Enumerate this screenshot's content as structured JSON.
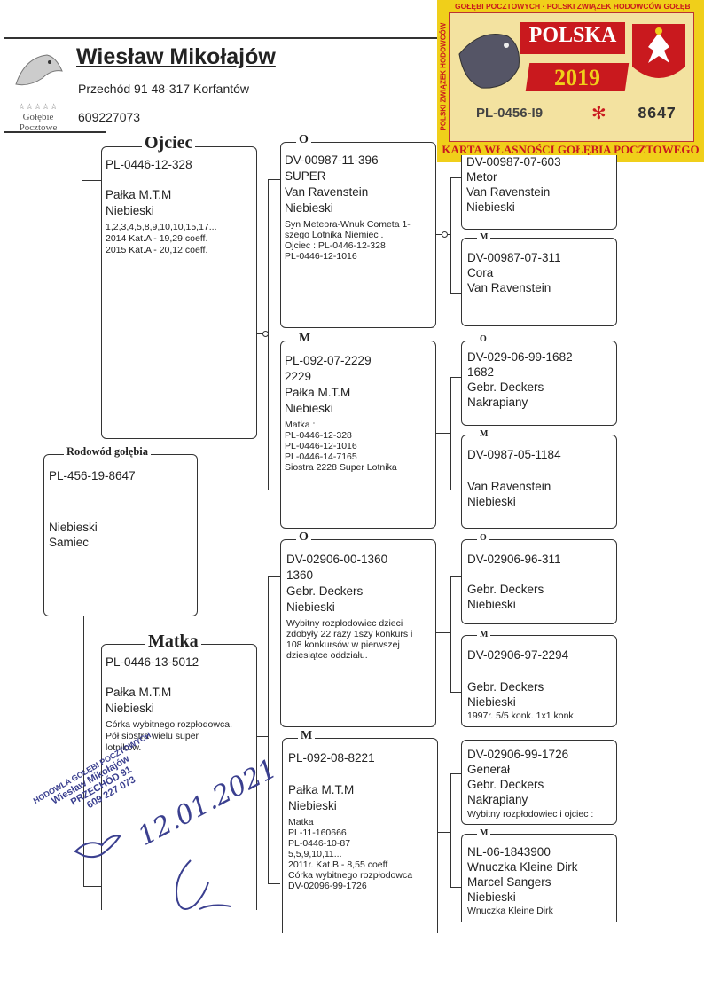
{
  "header": {
    "name": "Wiesław Mikołajów",
    "address": "Przechód 91 48-317 Korfantów",
    "phone": "609227073",
    "logo_text": [
      "Gołębie",
      "Pocztowe"
    ]
  },
  "card": {
    "ring_text": "GOŁĘBI POCZTOWYCH · POLSKI ZWIĄZEK HODOWCÓW GOŁĘBI POCZTOWYCH",
    "left_text": "POLSKI ZWIĄZEK HODOWCÓW",
    "country": "POLSKA",
    "year": "2019",
    "ring": "PL-0456-I9",
    "number": "8647",
    "footer": "KARTA WŁASNOŚCI GOŁĘBIA POCZTOWEGO"
  },
  "labels": {
    "ojciec": "Ojciec",
    "matka": "Matka",
    "rodowod": "Rodowód gołębia",
    "o": "O",
    "m": "M"
  },
  "subject": {
    "ring": "PL-456-19-8647",
    "color": "Niebieski",
    "sex": "Samiec"
  },
  "ojciec": {
    "ring": "PL-0446-12-328",
    "breeder": "Pałka M.T.M",
    "color": "Niebieski",
    "notes": [
      "1,2,3,4,5,8,9,10,10,15,17...",
      "2014 Kat.A - 19,29 coeff.",
      "2015 Kat.A - 20,12 coeff."
    ]
  },
  "matka": {
    "ring": "PL-0446-13-5012",
    "breeder": "Pałka M.T.M",
    "color": "Niebieski",
    "notes": [
      "Córka wybitnego rozpłodowca.",
      "Pół siostra wielu super",
      "lotników."
    ]
  },
  "oo": {
    "ring": "DV-00987-11-396",
    "name": "SUPER",
    "breeder": "Van Ravenstein",
    "color": "Niebieski",
    "notes": [
      "Syn Meteora-Wnuk Cometa 1-",
      "szego Lotnika Niemiec .",
      "Ojciec : PL-0446-12-328",
      "PL-0446-12-1016"
    ]
  },
  "om": {
    "ring": "PL-092-07-2229",
    "name": "2229",
    "breeder": "Pałka M.T.M",
    "color": "Niebieski",
    "notes": [
      "Matka :",
      "PL-0446-12-328",
      "PL-0446-12-1016",
      "PL-0446-14-7165",
      "Siostra 2228 Super Lotnika"
    ]
  },
  "mo": {
    "ring": "DV-02906-00-1360",
    "name": "1360",
    "breeder": "Gebr. Deckers",
    "color": "Niebieski",
    "notes": [
      "Wybitny rozpłodowiec dzieci",
      "zdobyły 22 razy 1szy konkurs i",
      "108 konkursów w pierwszej",
      "dziesiątce oddziału."
    ]
  },
  "mm": {
    "ring": "PL-092-08-8221",
    "breeder": "Pałka M.T.M",
    "color": "Niebieski",
    "notes": [
      "Matka",
      "PL-11-160666",
      "PL-0446-10-87",
      "5,5,9,10,11...",
      "2011r. Kat.B - 8,55 coeff",
      "Córka wybitnego rozpłodowca",
      "DV-02096-99-1726"
    ]
  },
  "ooo": {
    "ring": "DV-00987-07-603",
    "name": "Metor",
    "breeder": "Van Ravenstein",
    "color": "Niebieski"
  },
  "oom": {
    "ring": "DV-00987-07-311",
    "name": "Cora",
    "breeder": "Van Ravenstein"
  },
  "omo": {
    "ring": "DV-029-06-99-1682",
    "name": "1682",
    "breeder": "Gebr. Deckers",
    "color": "Nakrapiany"
  },
  "omm": {
    "ring": "DV-0987-05-1184",
    "breeder": "Van Ravenstein",
    "color": "Niebieski"
  },
  "moo": {
    "ring": "DV-02906-96-311",
    "breeder": "Gebr. Deckers",
    "color": "Niebieski"
  },
  "mom": {
    "ring": "DV-02906-97-2294",
    "breeder": "Gebr. Deckers",
    "color": "Niebieski",
    "note": "1997r. 5/5 konk. 1x1 konk"
  },
  "mmo": {
    "ring": "DV-02906-99-1726",
    "name": "Generał",
    "breeder": "Gebr. Deckers",
    "color": "Nakrapiany",
    "note": "Wybitny rozpłodowiec i ojciec :"
  },
  "mmm": {
    "ring": "NL-06-1843900",
    "name": "Wnuczka Kleine Dirk",
    "breeder": "Marcel Sangers",
    "color": "Niebieski",
    "note": "Wnuczka Kleine Dirk"
  },
  "stamp": {
    "lines": [
      "HODOWLA GOŁĘBI POCZTOWYCH",
      "Wiesław Mikołajów",
      "PRZECHÓD 91",
      "609 227 073"
    ],
    "date": "12.01.2021"
  }
}
